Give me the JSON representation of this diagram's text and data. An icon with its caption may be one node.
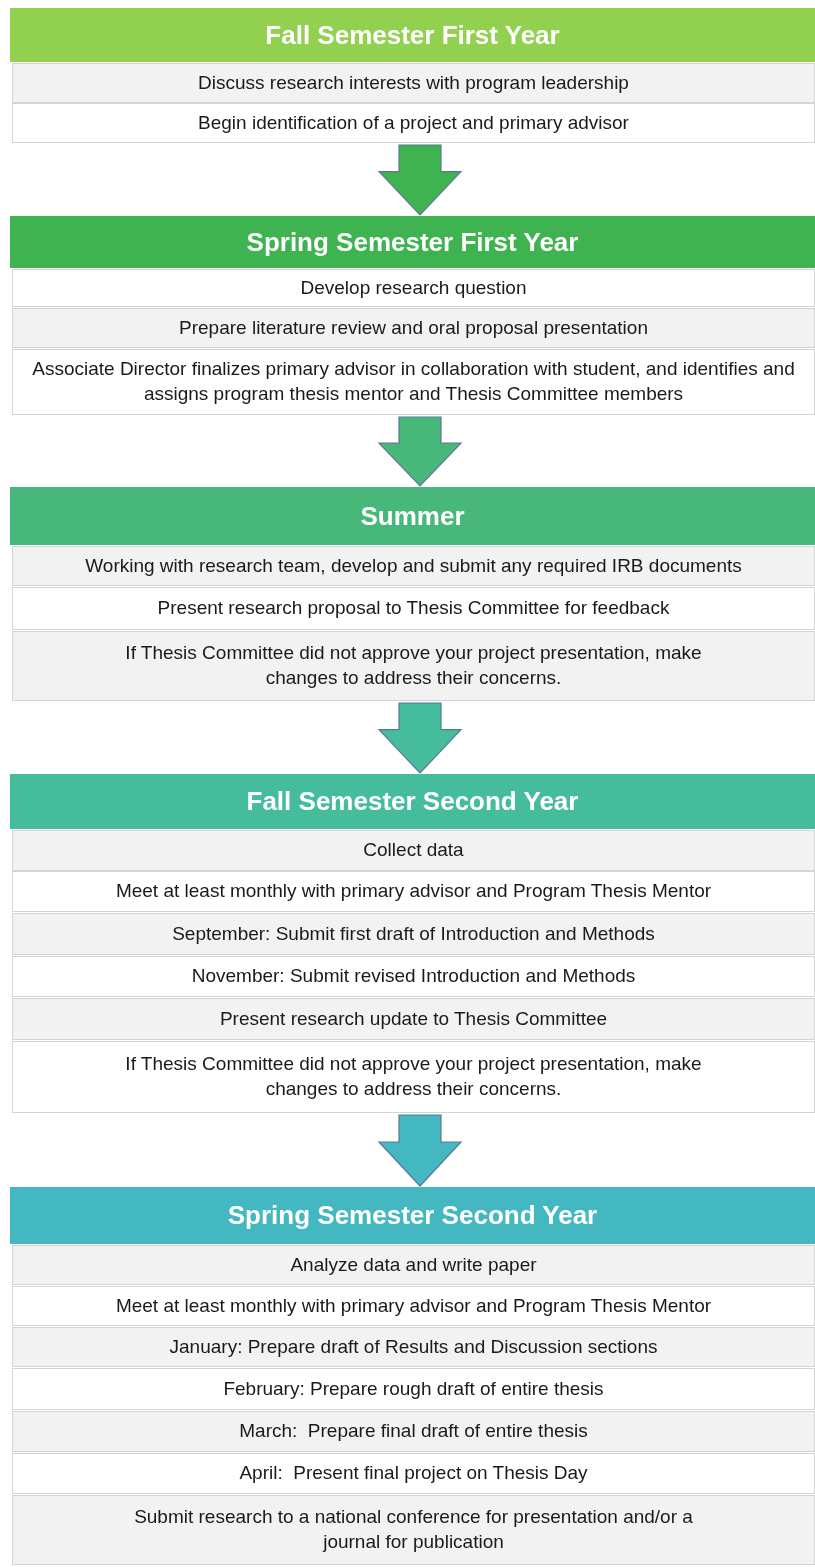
{
  "diagram": {
    "nodes": [
      {
        "text": [
          "Fall Semester First Year"
        ]
      },
      {
        "text": [
          "Discuss research interests with program leadership"
        ]
      },
      {
        "text": [
          "Begin identification of a project and primary advisor"
        ]
      },
      {
        "text": [
          "Spring Semester First Year"
        ]
      },
      {
        "text": [
          "Develop research question"
        ]
      },
      {
        "text": [
          "Prepare literature review and oral proposal presentation"
        ]
      },
      {
        "text": [
          "Associate Director finalizes primary advisor in collaboration with student, and identifies and assigns program thesis mentor and Thesis Committee members"
        ]
      },
      {
        "text": [
          "Summer"
        ]
      },
      {
        "text": [
          "Working with research team, develop and submit any required IRB documents"
        ]
      },
      {
        "text": [
          "Present research proposal to Thesis Committee for feedback"
        ]
      },
      {
        "text": [
          "If Thesis Committee did not approve your project presentation, make changes to address their concerns."
        ]
      },
      {
        "text": [
          "Fall Semester Second Year"
        ]
      },
      {
        "text": [
          "Collect data"
        ]
      },
      {
        "text": [
          "Meet at least monthly with primary advisor and Program Thesis Mentor"
        ]
      },
      {
        "text": [
          "September: Submit first draft of Introduction and Methods"
        ]
      },
      {
        "text": [
          "November: Submit revised Introduction and Methods"
        ]
      },
      {
        "text": [
          "Present research update to Thesis Committee"
        ]
      },
      {
        "text": [
          "If Thesis Committee did not approve your project presentation, make changes to address their concerns."
        ]
      },
      {
        "text": [
          "Spring Semester Second Year"
        ]
      },
      {
        "text": [
          "Analyze data and write paper"
        ]
      },
      {
        "text": [
          "Meet at least monthly with primary advisor and Program Thesis Mentor"
        ]
      },
      {
        "text": [
          "January: Prepare draft of Results and Discussion sections"
        ]
      },
      {
        "text": [
          "February: Prepare rough draft of entire thesis"
        ]
      },
      {
        "text": [
          "March:  Prepare final draft of entire thesis"
        ]
      },
      {
        "text": [
          "April:  Present final project on Thesis Day"
        ]
      },
      {
        "text": [
          "Submit research to a national conference for presentation and/or a journal for publication"
        ]
      }
    ],
    "edges": [
      {
        "from": 2,
        "to": 3,
        "arrow": "to"
      },
      {
        "from": 6,
        "to": 7,
        "arrow": "to"
      },
      {
        "from": 10,
        "to": 11,
        "arrow": "to"
      },
      {
        "from": 17,
        "to": 18,
        "arrow": "to"
      }
    ]
  }
}
